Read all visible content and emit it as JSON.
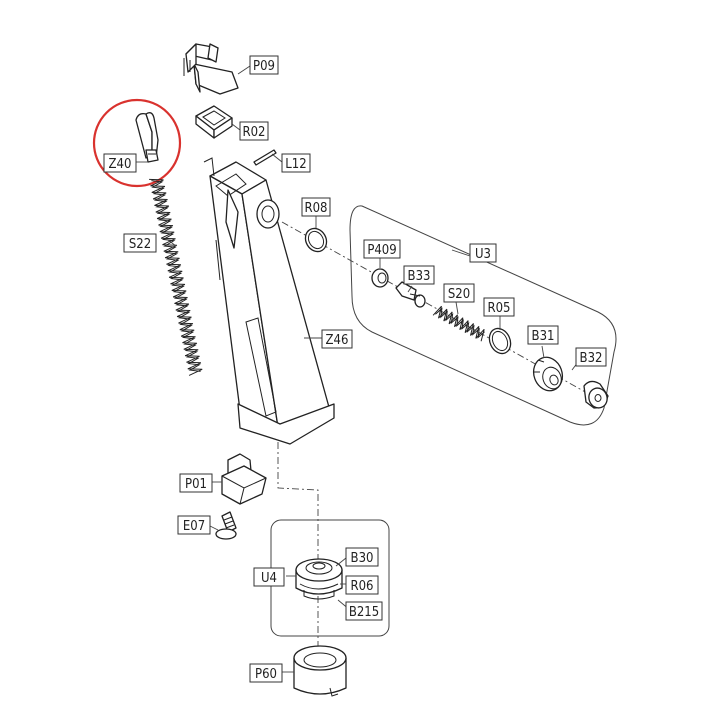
{
  "highlight": {
    "part": "Z40",
    "color": "#d9322e"
  },
  "parts": {
    "P09": "P09",
    "R02": "R02",
    "Z40": "Z40",
    "L12": "L12",
    "S22": "S22",
    "R08": "R08",
    "Z46": "Z46",
    "P409": "P409",
    "B33": "B33",
    "S20": "S20",
    "R05": "R05",
    "B31": "B31",
    "B32": "B32",
    "P01": "P01",
    "E07": "E07",
    "B30": "B30",
    "R06": "R06",
    "B215": "B215",
    "P60": "P60"
  },
  "groups": {
    "U3": "U3",
    "U4": "U4"
  }
}
